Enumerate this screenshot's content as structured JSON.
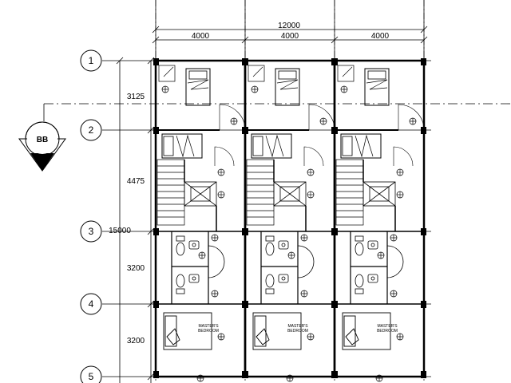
{
  "dimensions": {
    "overall_width": "12000",
    "bay_widths": [
      "4000",
      "4000",
      "4000"
    ],
    "overall_depth": "15000",
    "row_depths": [
      "3125",
      "4475",
      "3200",
      "3200"
    ]
  },
  "grid_bubbles": [
    "1",
    "2",
    "3",
    "4",
    "5"
  ],
  "section_marker": "BB",
  "room_labels": {
    "master_bedroom_line1": "MASTER'S",
    "master_bedroom_line2": "BEDROOM"
  },
  "icons": [
    "section-marker-icon",
    "bed-icon",
    "stair-icon",
    "toilet-icon",
    "sink-icon",
    "column-icon",
    "door-swing-icon",
    "tree-symbol-icon"
  ]
}
